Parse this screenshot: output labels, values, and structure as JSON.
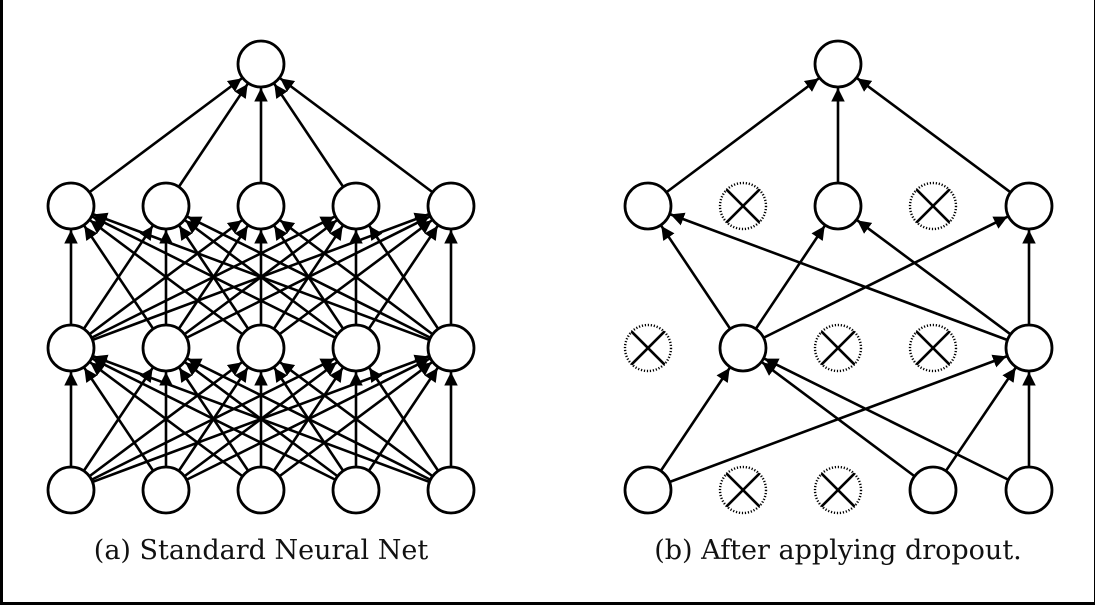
{
  "figure": {
    "panels": [
      {
        "id": "a",
        "caption": "(a) Standard Neural Net",
        "layers": [
          {
            "name": "input",
            "units": 5,
            "dropped": []
          },
          {
            "name": "hidden-1",
            "units": 5,
            "dropped": []
          },
          {
            "name": "hidden-2",
            "units": 5,
            "dropped": []
          },
          {
            "name": "output",
            "units": 1,
            "dropped": []
          }
        ],
        "connectivity": "fully-connected"
      },
      {
        "id": "b",
        "caption": "(b) After applying dropout.",
        "layers": [
          {
            "name": "input",
            "units": 5,
            "dropped": [
              1,
              2
            ]
          },
          {
            "name": "hidden-1",
            "units": 5,
            "dropped": [
              0,
              2,
              3
            ]
          },
          {
            "name": "hidden-2",
            "units": 5,
            "dropped": [
              1,
              3
            ]
          },
          {
            "name": "output",
            "units": 1,
            "dropped": []
          }
        ],
        "connectivity": "fully-connected-among-kept-units"
      }
    ]
  },
  "colors": {
    "stroke": "#000000",
    "background": "#ffffff"
  }
}
